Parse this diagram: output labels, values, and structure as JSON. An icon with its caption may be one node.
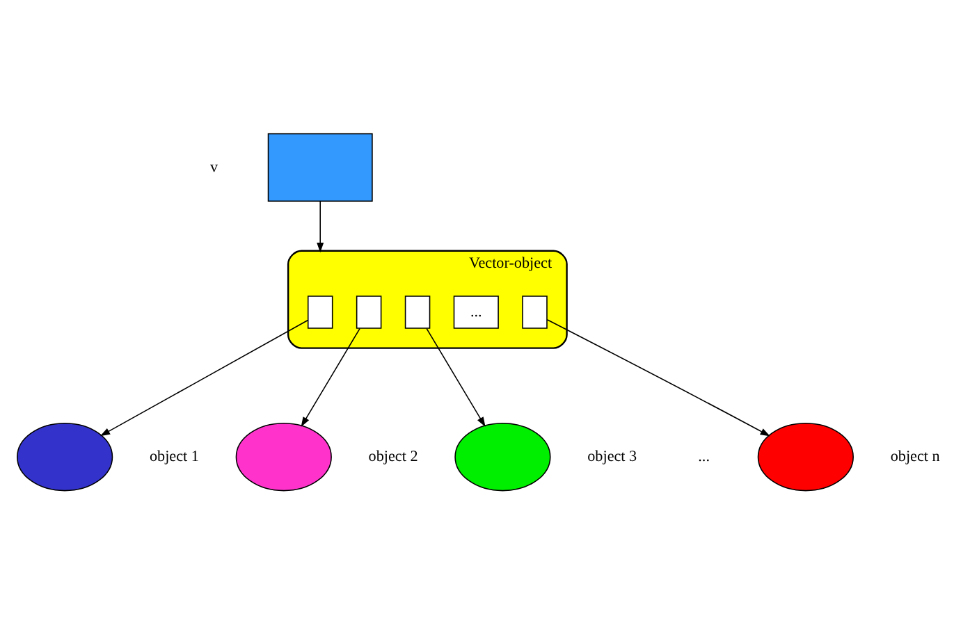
{
  "diagram": {
    "nodes": [
      {
        "text": [],
        "shape": "box",
        "beside": [
          "v"
        ]
      },
      {
        "text": [],
        "shape": "ellipse",
        "beside": [
          "Vector-object"
        ]
      },
      {
        "text": [],
        "shape": "box",
        "in": 1
      },
      {
        "text": [],
        "shape": "box",
        "in": 1
      },
      {
        "text": [],
        "shape": "box",
        "in": 1
      },
      {
        "text": [
          "..."
        ],
        "in": 1
      },
      {
        "text": [],
        "shape": "box",
        "in": 1
      },
      {
        "text": [],
        "shape": "ellipse",
        "beside": [
          "object 1"
        ]
      },
      {
        "text": [],
        "shape": "ellipse",
        "beside": [
          "object 2"
        ]
      },
      {
        "text": [],
        "shape": "ellipse",
        "beside": [
          "object 3"
        ]
      },
      {
        "text": [],
        "shape": "ellipse",
        "beside": [
          "object n"
        ]
      }
    ],
    "edges": [
      {
        "from": 0,
        "to": 1,
        "arrow": "to"
      },
      {
        "from": 2,
        "to": 7,
        "arrow": "to"
      },
      {
        "from": 3,
        "to": 8,
        "arrow": "to"
      },
      {
        "from": 4,
        "to": 9,
        "arrow": "to"
      },
      {
        "from": 6,
        "to": 10,
        "arrow": "to"
      }
    ],
    "labels": [
      "..."
    ]
  }
}
